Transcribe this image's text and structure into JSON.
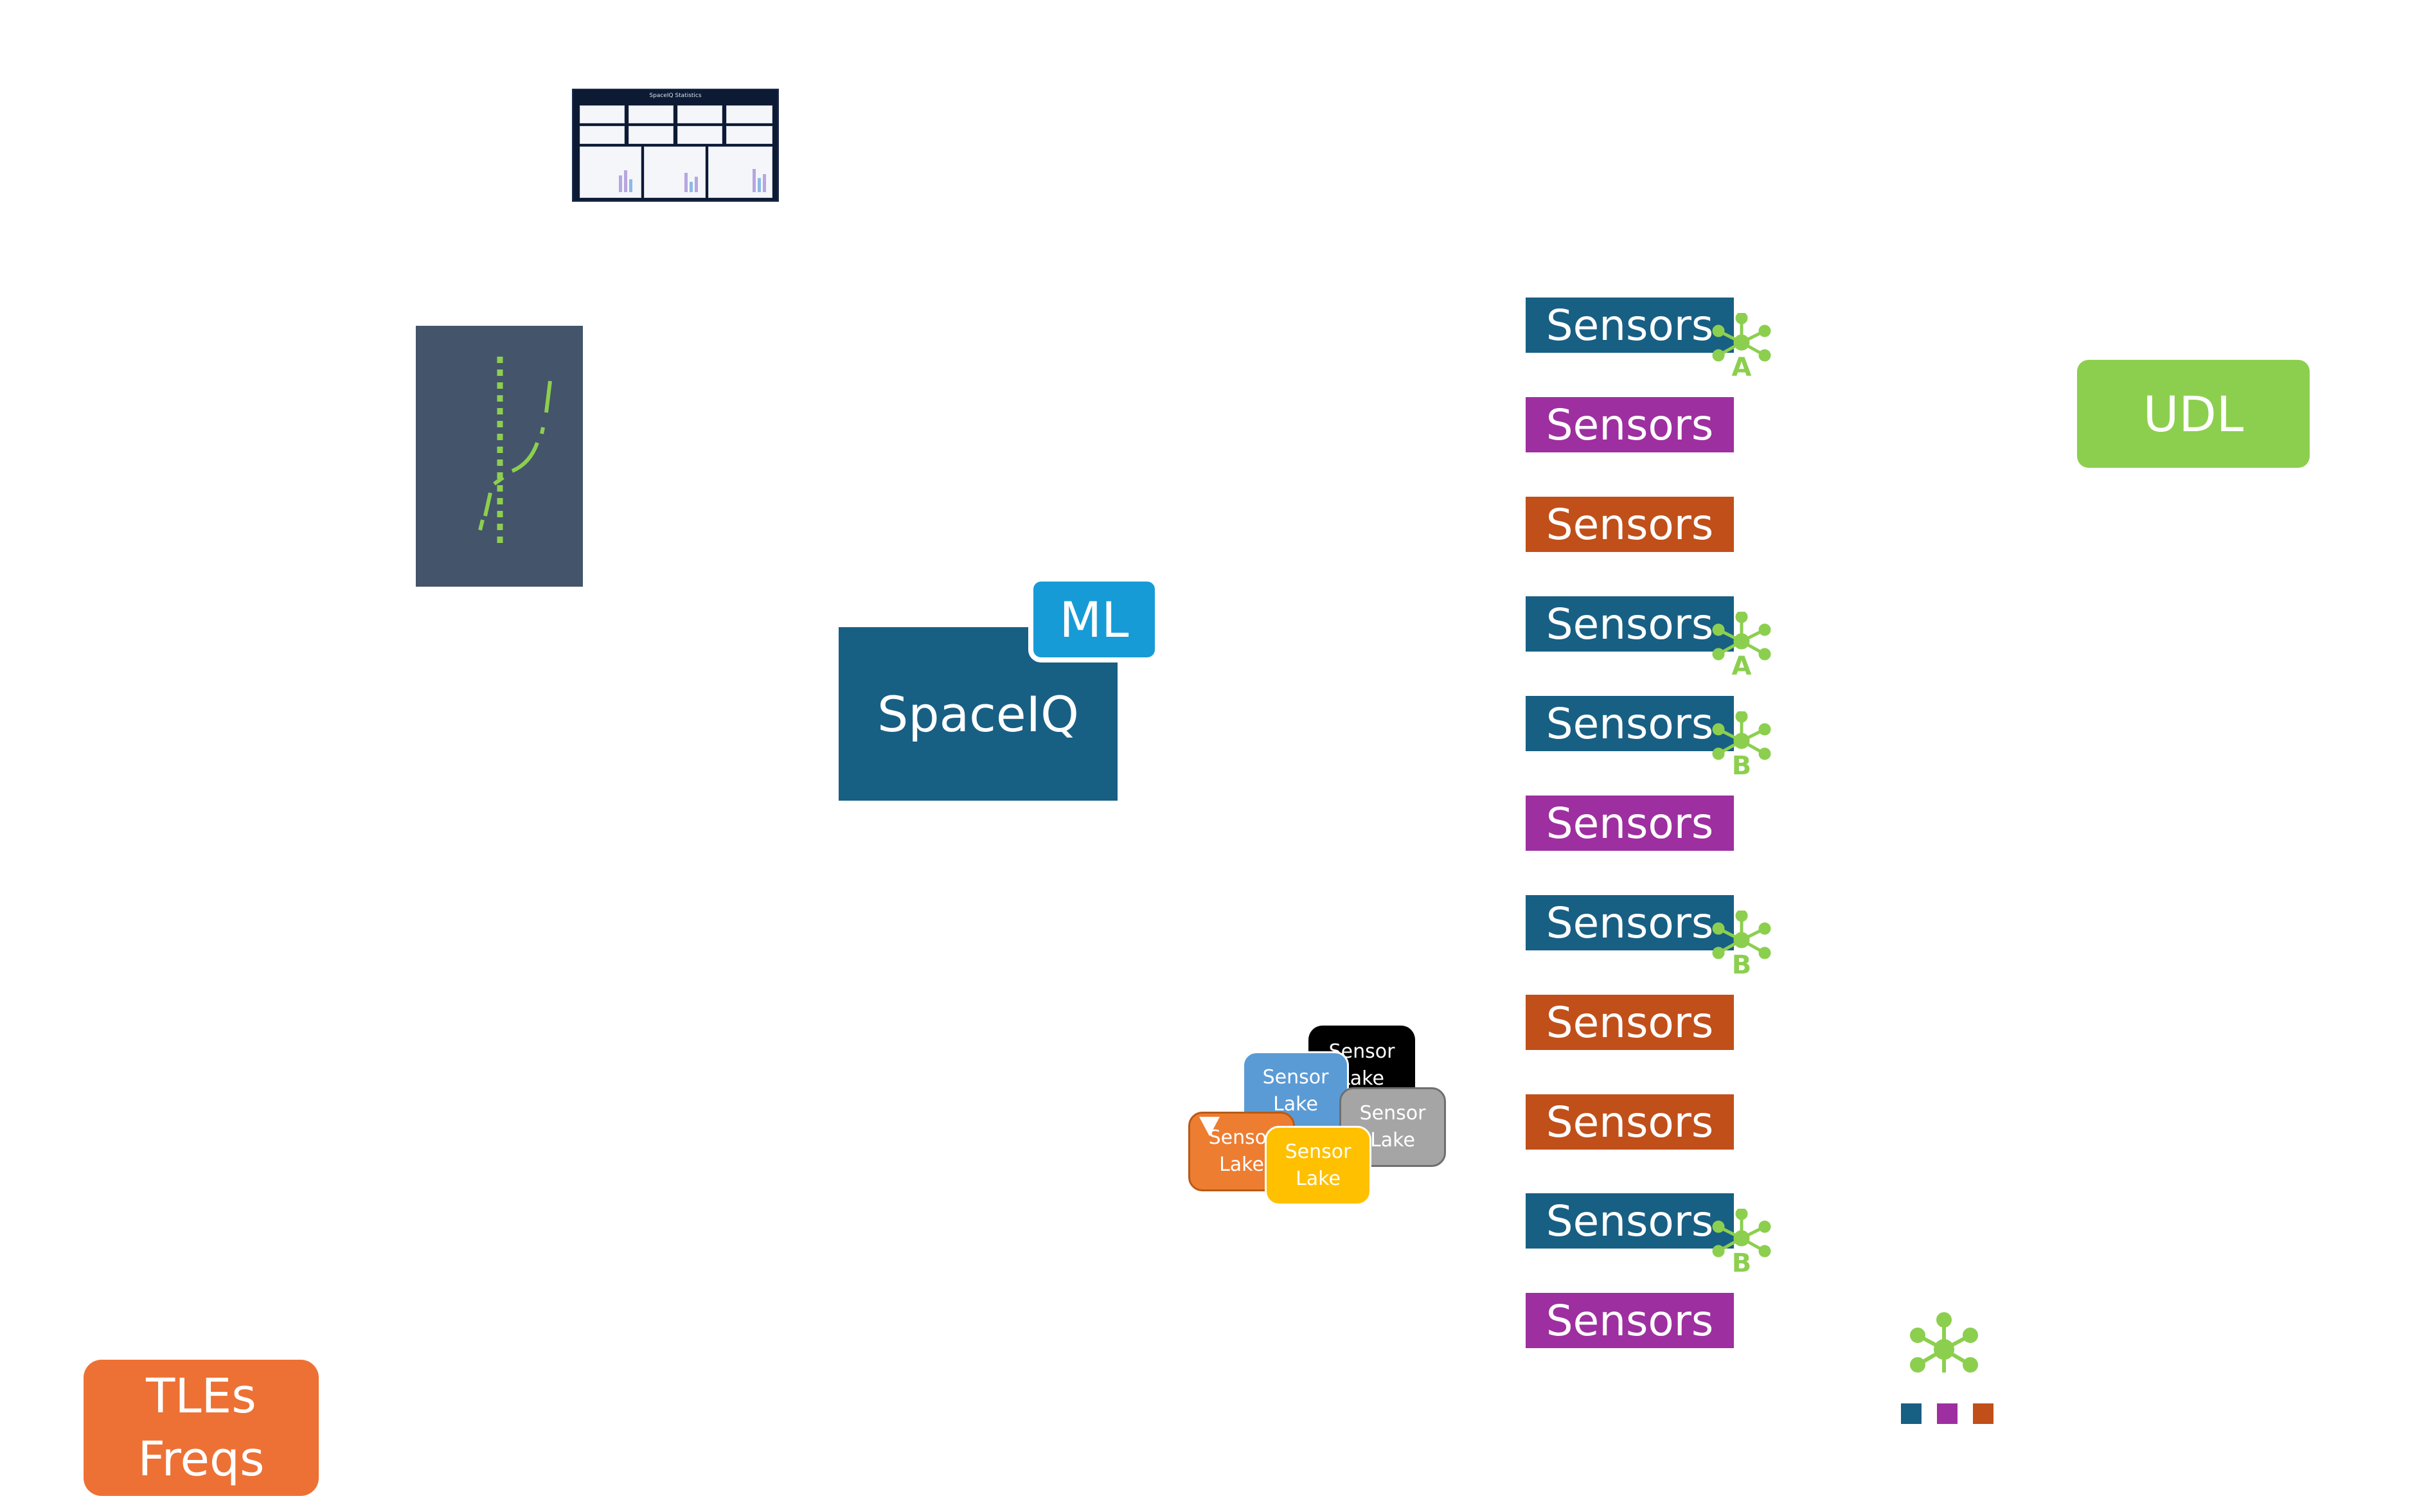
{
  "dashboard": {
    "title": "SpaceIQ Statistics"
  },
  "spaceiq": {
    "label": "SpaceIQ"
  },
  "ml": {
    "label": "ML"
  },
  "udl": {
    "label": "UDL"
  },
  "tles": {
    "line1": "TLEs",
    "line2": "Freqs"
  },
  "sensors": [
    {
      "label": "Sensors",
      "color": "#185f84",
      "badge": "A"
    },
    {
      "label": "Sensors",
      "color": "#9e2fa0",
      "badge": ""
    },
    {
      "label": "Sensors",
      "color": "#c14f1a",
      "badge": ""
    },
    {
      "label": "Sensors",
      "color": "#185f84",
      "badge": "A"
    },
    {
      "label": "Sensors",
      "color": "#185f84",
      "badge": "B"
    },
    {
      "label": "Sensors",
      "color": "#9e2fa0",
      "badge": ""
    },
    {
      "label": "Sensors",
      "color": "#185f84",
      "badge": "B"
    },
    {
      "label": "Sensors",
      "color": "#c14f1a",
      "badge": ""
    },
    {
      "label": "Sensors",
      "color": "#c14f1a",
      "badge": ""
    },
    {
      "label": "Sensors",
      "color": "#185f84",
      "badge": "B"
    },
    {
      "label": "Sensors",
      "color": "#9e2fa0",
      "badge": ""
    }
  ],
  "sensor_lakes": [
    {
      "line1": "Sensor",
      "line2": "Lake",
      "color": "#000000"
    },
    {
      "line1": "Sensor",
      "line2": "Lake",
      "color": "#5b9bd5"
    },
    {
      "line1": "Sensor",
      "line2": "Lake",
      "color": "#a5a5a5"
    },
    {
      "line1": "Sensor",
      "line2": "Lake",
      "color": "#ed7d31"
    },
    {
      "line1": "Sensor",
      "line2": "Lake",
      "color": "#ffc000"
    }
  ],
  "colors": {
    "accent_green": "#8ccf4f",
    "panel": "#44546a",
    "legend": [
      "#185f84",
      "#9e2fa0",
      "#c14f1a"
    ]
  },
  "icons": {
    "network": "network-node-icon",
    "badge": "network-badge-icon"
  }
}
